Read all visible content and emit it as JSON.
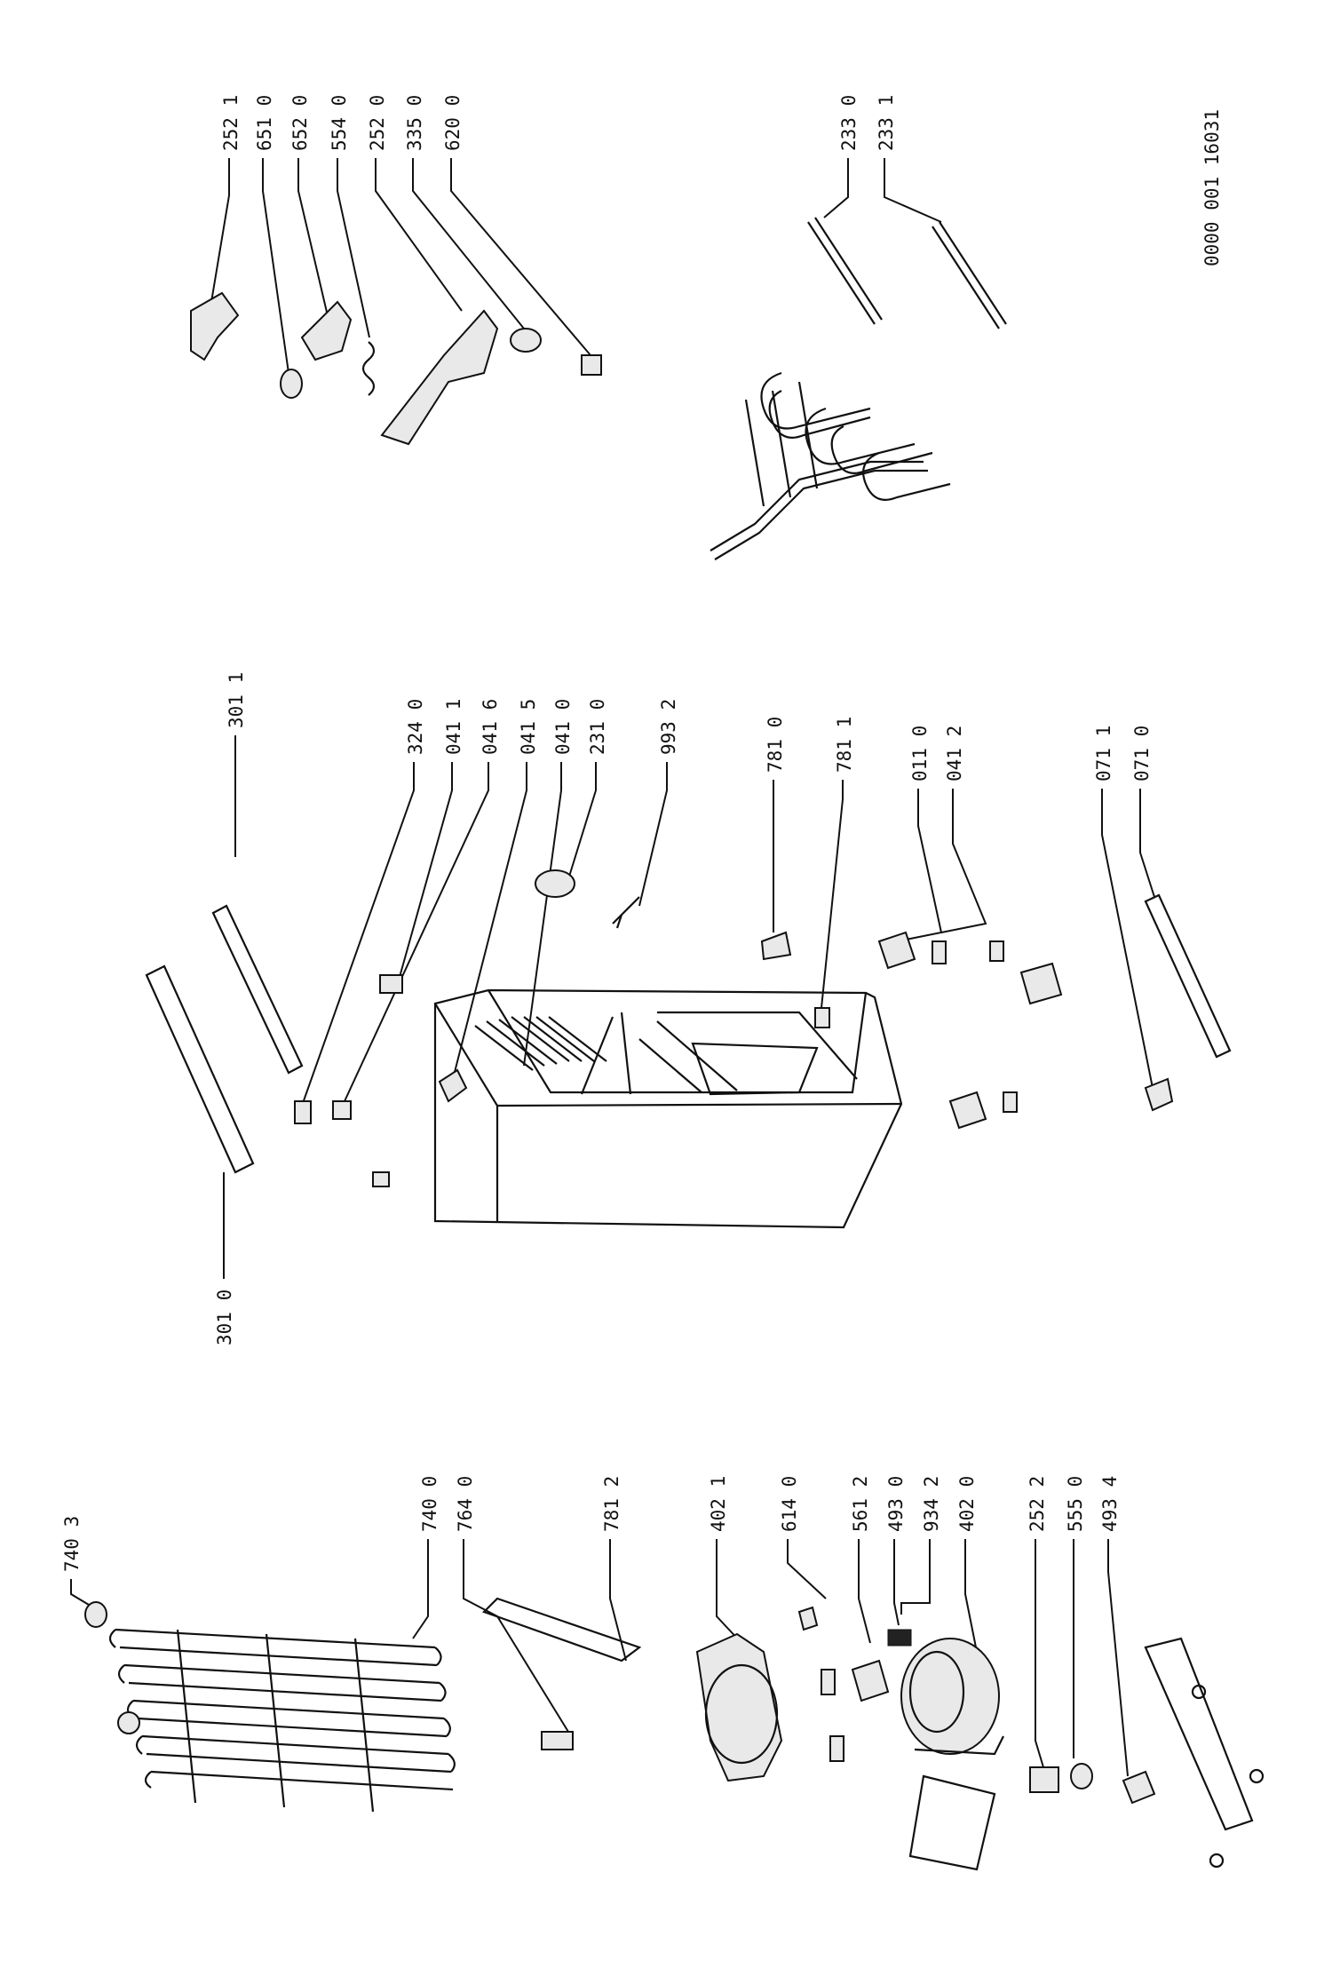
{
  "document_code": "0000 001  16031",
  "groups": {
    "components": [
      "252 1",
      "651 0",
      "652 0",
      "554 0",
      "252 0",
      "335 0",
      "620 0"
    ],
    "shelf_rails": [
      "233 0",
      "233 1"
    ],
    "cabinet": [
      "301 1",
      "324 0",
      "041 1",
      "041 6",
      "041 5",
      "041 0",
      "231 0",
      "993 2",
      "781 0",
      "781 1",
      "011 0",
      "041 2",
      "071 1",
      "071 0",
      "301 0"
    ],
    "condenser": [
      "740 3",
      "740 0",
      "764 0",
      "781 2"
    ],
    "compressor": [
      "402 1",
      "614 0",
      "561 2",
      "493 0",
      "934 2",
      "402 0",
      "252 2",
      "555 0",
      "493 4"
    ]
  }
}
